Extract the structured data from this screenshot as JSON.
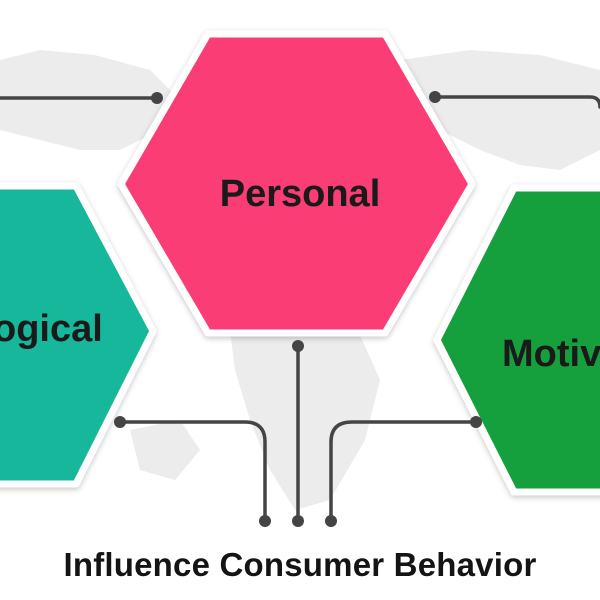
{
  "diagram": {
    "nodes": [
      {
        "id": "psychological",
        "label": "ogical",
        "color": "#17b79b"
      },
      {
        "id": "personal",
        "label": "Personal",
        "color": "#fa3e74"
      },
      {
        "id": "motivational",
        "label": "Motiv",
        "color": "#12a03c"
      }
    ],
    "caption": "Influence Consumer Behavior",
    "connector_color": "#444444",
    "map_color": "#ececec"
  }
}
